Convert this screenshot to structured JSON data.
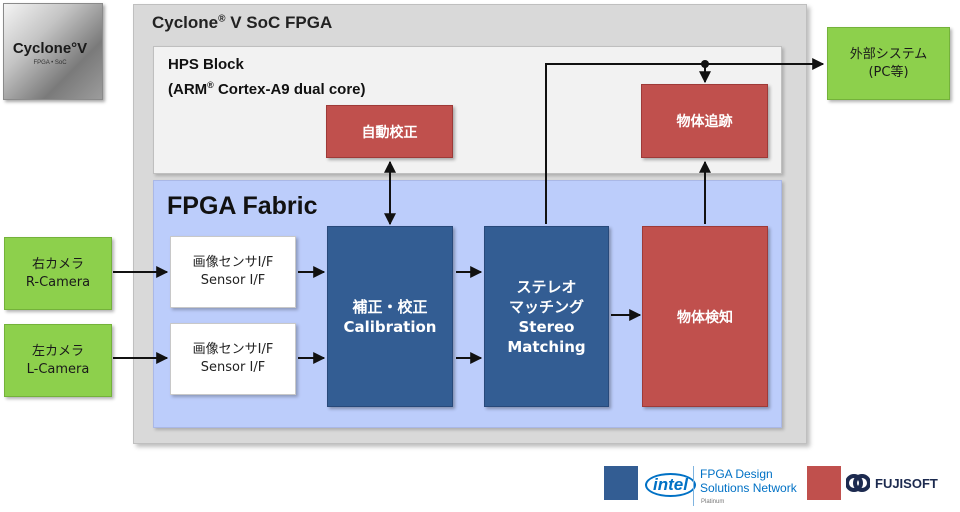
{
  "chip": {
    "name": "Cyclone°V",
    "sub": "FPGA • SoC"
  },
  "soc": {
    "title_a": "Cyclone",
    "title_sup": "®",
    "title_b": " V SoC FPGA"
  },
  "hps": {
    "line1": "HPS Block",
    "line2_a": "(ARM",
    "line2_sup": "®",
    "line2_b": " Cortex-A9 dual core)"
  },
  "fabric": {
    "title": "FPGA Fabric"
  },
  "blocks": {
    "auto_calibration": "自動校正",
    "object_tracking": "物体追跡",
    "sensor_if_right": "画像センサI/F\nSensor I/F",
    "sensor_if_left": "画像センサI/F\nSensor I/F",
    "calibration": "補正・校正\nCalibration",
    "stereo_matching": "ステレオ\nマッチング\nStereo\nMatching",
    "object_detection": "物体検知"
  },
  "external": {
    "right_camera": "右カメラ\nR-Camera",
    "left_camera": "左カメラ\nL-Camera",
    "system": "外部システム\n(PC等)"
  },
  "footer": {
    "intel": "intel",
    "network": "FPGA Design\nSolutions Network",
    "platinum": "Platinum",
    "fujisoft": "FUJISOFT"
  },
  "colors": {
    "red": "#c0504d",
    "blue": "#335d93",
    "green": "#8dd04c",
    "fabric": "#bccdfb",
    "intel_blue": "#0071c5"
  }
}
